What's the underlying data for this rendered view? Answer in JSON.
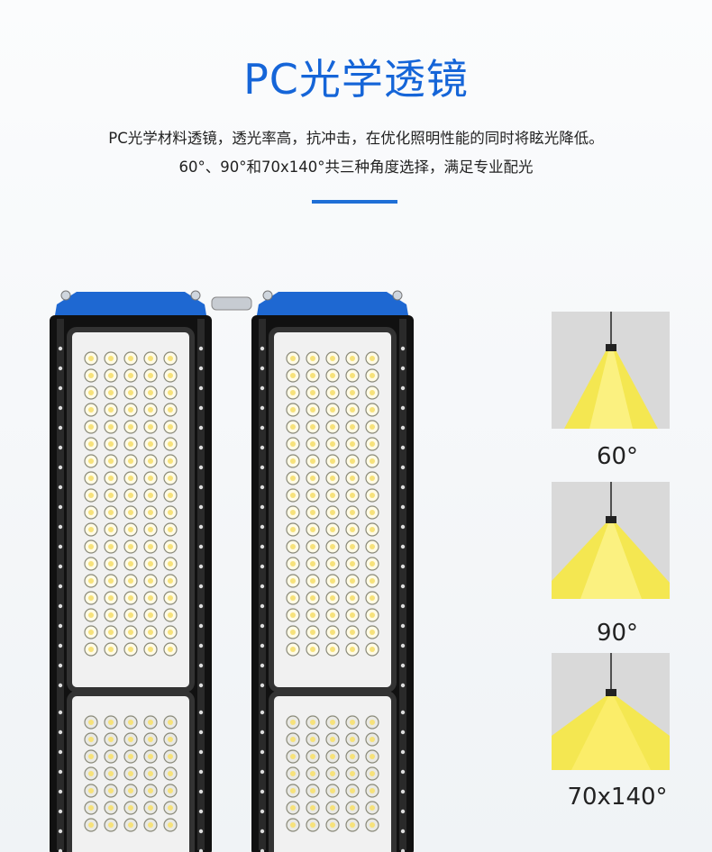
{
  "header": {
    "title": "PC光学透镜",
    "description_line1": "PC光学材料透镜，透光率高，抗冲击，在优化照明性能的同时将眩光降低。",
    "description_line2": "60°、90°和70x140°共三种角度选择，满足专业配光"
  },
  "colors": {
    "accent": "#1565d8",
    "light_beam": "#f6e84a",
    "housing": "#111111",
    "end_cap": "#1e68d2"
  },
  "beam_options": [
    {
      "label": "60°",
      "angle_degrees": 60
    },
    {
      "label": "90°",
      "angle_degrees": 90
    },
    {
      "label": "70x140°",
      "angle_degrees": 140
    }
  ]
}
